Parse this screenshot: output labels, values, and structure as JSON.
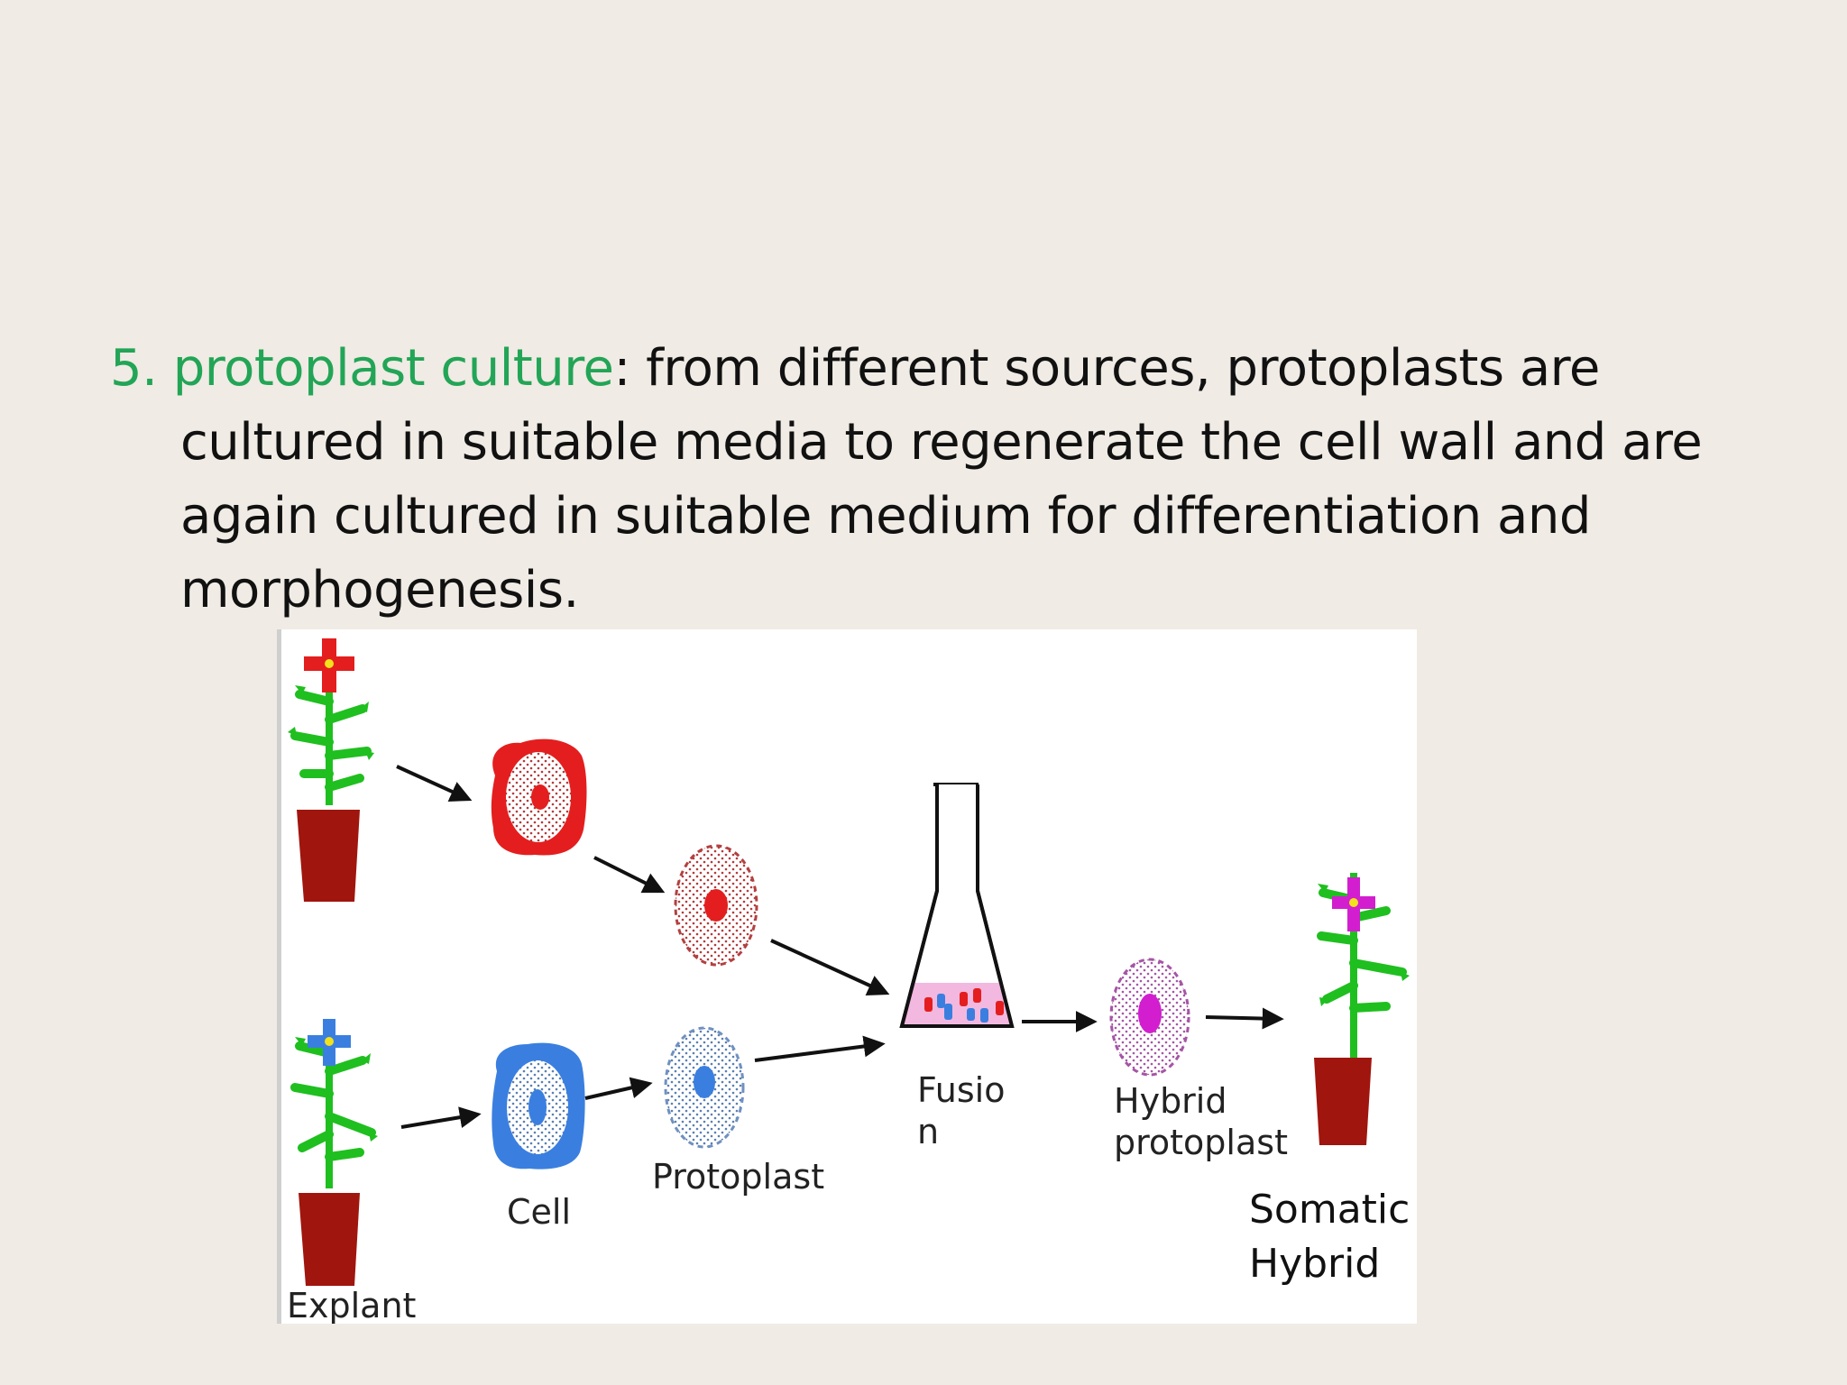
{
  "text": {
    "heading_highlight": "5. protoplast culture",
    "heading_rest": ": from different sources, protoplasts are",
    "line2": "cultured in suitable media to regenerate the cell wall and are",
    "line3": "again cultured in suitable medium for differentiation and",
    "line4": "morphogenesis."
  },
  "diagram": {
    "labels": {
      "explant": "Explant",
      "cell": "Cell",
      "protoplast": "Protoplast",
      "fusion_line1": "Fusio",
      "fusion_line2": "n",
      "hybrid_line1": "Hybrid",
      "hybrid_line2": "protoplast"
    },
    "caption": {
      "line1": "Somatic",
      "line2": "Hybrid"
    },
    "colors": {
      "highlight": "#22a556",
      "red": "#e41e1e",
      "blue": "#3a7fe0",
      "magenta": "#d21ecf",
      "stem": "#1fbf1f",
      "pot": "#a0150d"
    },
    "icons": [
      "flower-plant-icon",
      "cell-icon",
      "protoplast-icon",
      "flask-icon",
      "arrow-icon"
    ]
  }
}
